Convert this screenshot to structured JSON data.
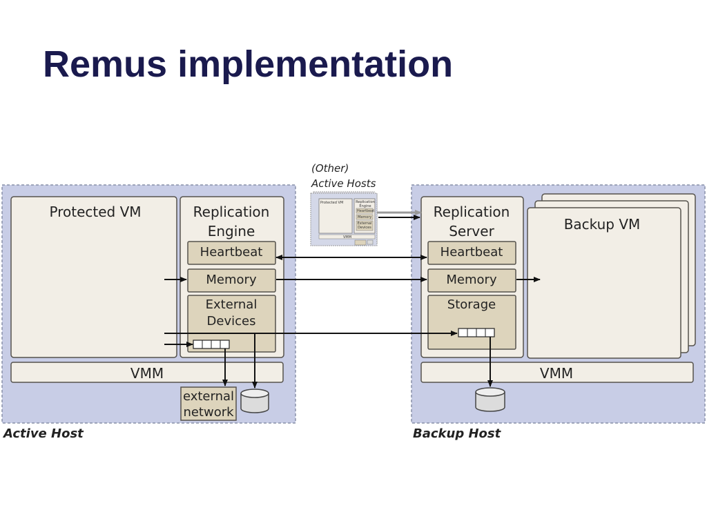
{
  "slide": {
    "title": "Remus implementation"
  },
  "diagram": {
    "active_host": {
      "label": "Active Host",
      "protected_vm": "Protected VM",
      "replication_engine": {
        "line1": "Replication",
        "line2": "Engine"
      },
      "heartbeat": "Heartbeat",
      "memory": "Memory",
      "external_devices": {
        "line1": "External",
        "line2": "Devices"
      },
      "vmm": "VMM",
      "external_network": {
        "line1": "external",
        "line2": "network"
      }
    },
    "backup_host": {
      "label": "Backup Host",
      "replication_server": {
        "line1": "Replication",
        "line2": "Server"
      },
      "heartbeat": "Heartbeat",
      "memory": "Memory",
      "storage": "Storage",
      "backup_vm": "Backup VM",
      "vmm": "VMM"
    },
    "other_hosts": {
      "line1": "(Other)",
      "line2": "Active Hosts",
      "mini": {
        "protected_vm": "Protected VM",
        "replication_engine": "Replication Engine",
        "heartbeat": "Heartbeat",
        "memory": "Memory",
        "external_devices": "External Devices",
        "vmm": "VMM"
      }
    },
    "colors": {
      "host_bg": "#c8cde6",
      "host_border": "#8890a8",
      "box_fill": "#f2eee6",
      "box_stroke": "#55524c",
      "component_fill": "#ddd4bc",
      "arrow": "#111111",
      "disk_fill": "#dcdcdc"
    }
  }
}
